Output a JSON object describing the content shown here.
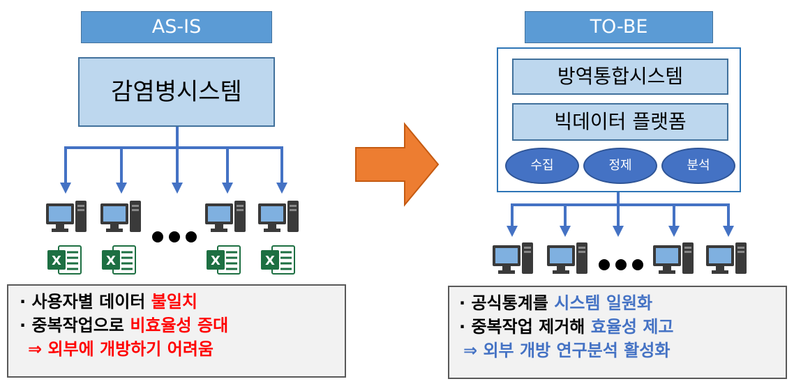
{
  "left": {
    "header": "AS-IS",
    "system": "감염병시스템",
    "notes": {
      "line1": {
        "prefix": "· 사용자별 데이터 ",
        "highlight": "불일치"
      },
      "line2": {
        "prefix": "· 중복작업으로 ",
        "highlight": "비효율성 증대"
      },
      "line3": {
        "highlight": "⇒  외부에 개방하기 어려움"
      }
    }
  },
  "right": {
    "header": "TO-BE",
    "system": "방역통합시스템",
    "platform": "빅데이터 플랫폼",
    "ovals": [
      "수집",
      "정제",
      "분석"
    ],
    "notes": {
      "line1": {
        "prefix": "· 공식통계를 ",
        "highlight": "시스템 일원화"
      },
      "line2": {
        "prefix": "· 중복작업 제거해 ",
        "highlight": "효율성 제고"
      },
      "line3": {
        "highlight": "⇒  외부 개방 연구분석 활성화"
      }
    }
  },
  "icons": {
    "computer": "computer-icon",
    "excel": "excel-icon",
    "ellipsis": "ellipsis-icon",
    "arrow": "right-arrow-icon"
  },
  "colors": {
    "header": "#5b9bd5",
    "system_fill": "#bdd7ee",
    "connector": "#4472c4",
    "arrow": "#ed7d31",
    "alert": "#ff0000",
    "emphasis": "#4472c4"
  }
}
